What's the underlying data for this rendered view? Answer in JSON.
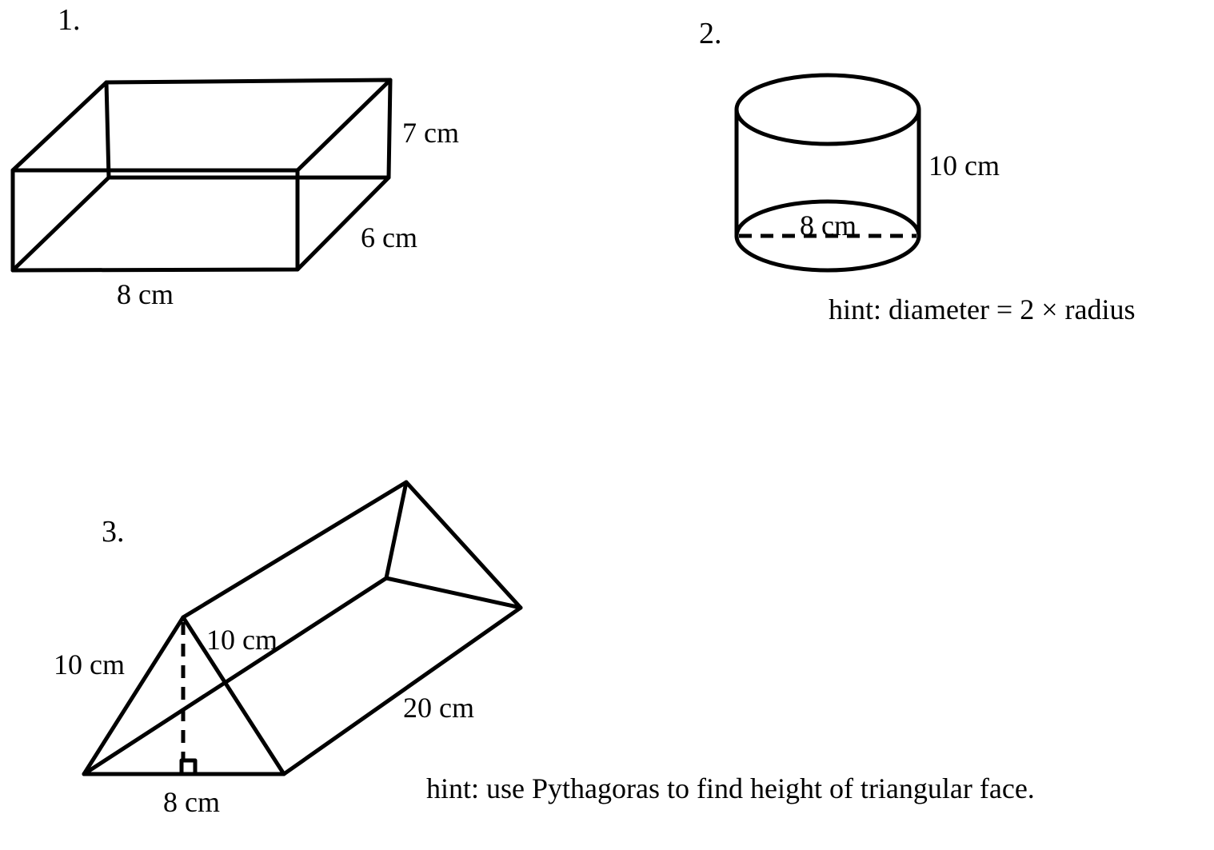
{
  "problems": [
    {
      "number": "1.",
      "shape": "rectangular-prism",
      "labels": {
        "height": "7 cm",
        "depth": "6 cm",
        "length": "8 cm"
      }
    },
    {
      "number": "2.",
      "shape": "cylinder",
      "labels": {
        "height": "10 cm",
        "diameter": "8 cm"
      },
      "hint": "hint: diameter = 2 × radius"
    },
    {
      "number": "3.",
      "shape": "triangular-prism",
      "labels": {
        "left_side": "10 cm",
        "right_side": "10 cm",
        "length": "20 cm",
        "base": "8 cm"
      },
      "hint": "hint: use Pythagoras to find height of triangular face."
    }
  ]
}
